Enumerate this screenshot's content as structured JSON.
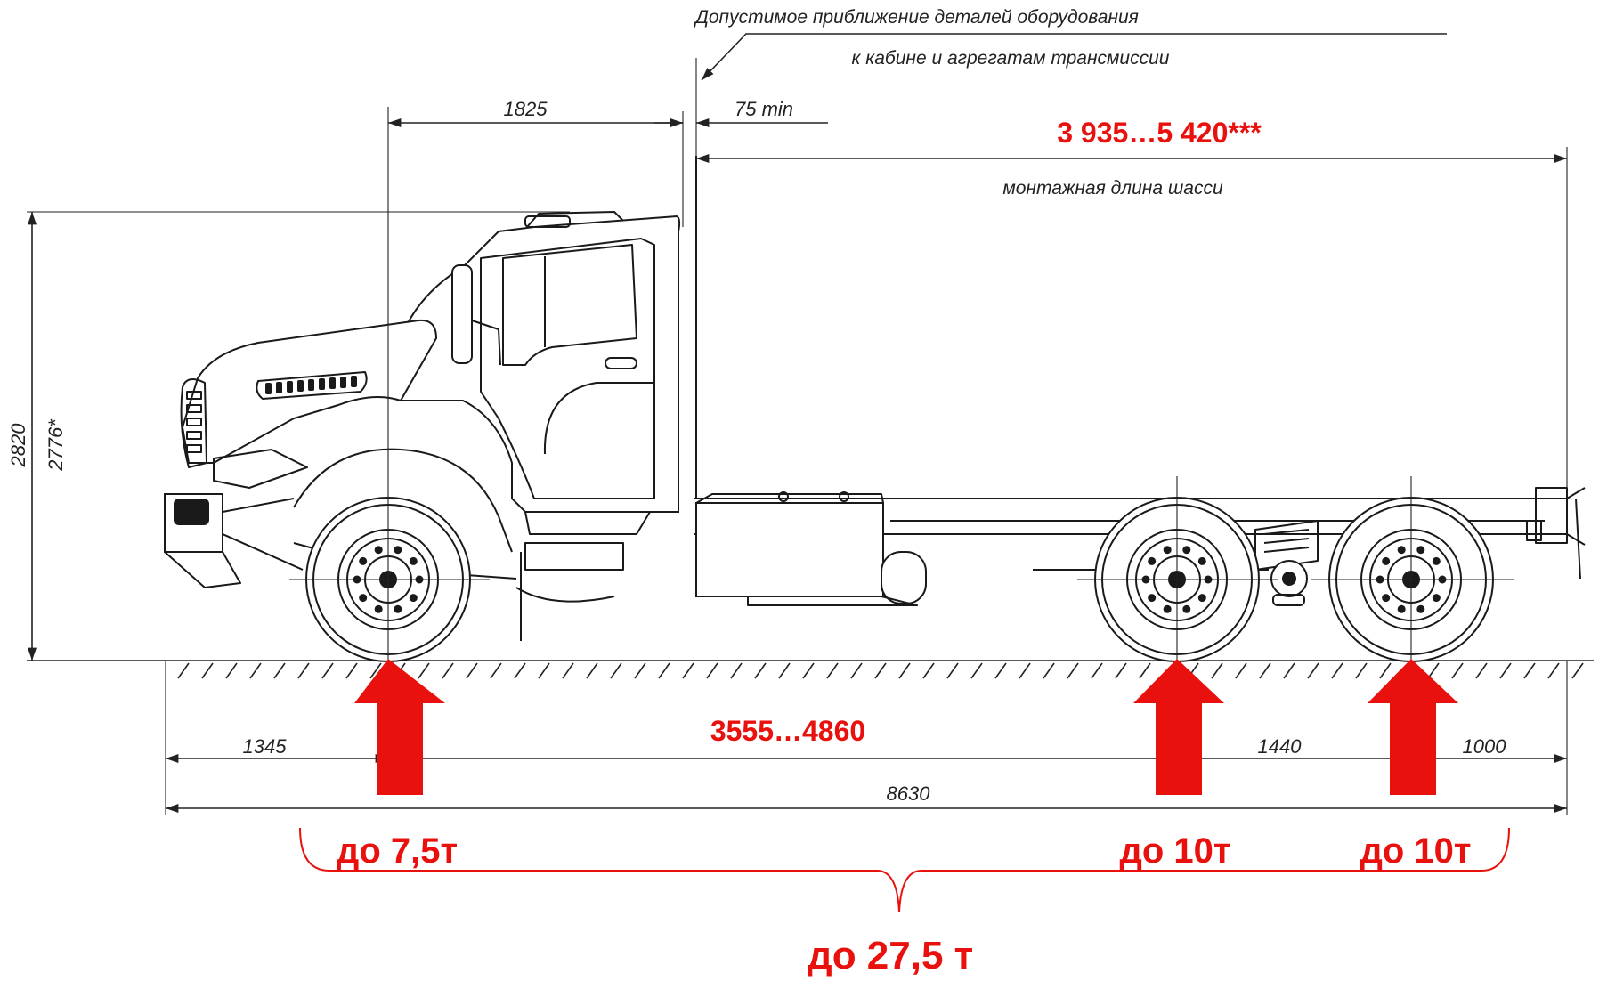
{
  "notes": {
    "clearance_line1": "Допустимое приближение деталей оборудования",
    "clearance_line2": "к кабине и агрегатам трансмиссии",
    "mounting_length_caption": "монтажная длина шасси"
  },
  "dimensions": {
    "cab_front_to_back": "1825",
    "min_gap": "75 min",
    "mounting_length": "3 935…5 420***",
    "height_total": "2820",
    "height_alt": "2776*",
    "front_overhang": "1345",
    "wheelbase": "3555…4860",
    "rear_axle_spacing": "1440",
    "rear_overhang": "1000",
    "overall_length": "8630"
  },
  "axle_loads": {
    "front": "до 7,5т",
    "rear_1": "до 10т",
    "rear_2": "до 10т",
    "total": "до 27,5 т"
  },
  "colors": {
    "accent_red": "#e8110e",
    "line": "#222222"
  }
}
